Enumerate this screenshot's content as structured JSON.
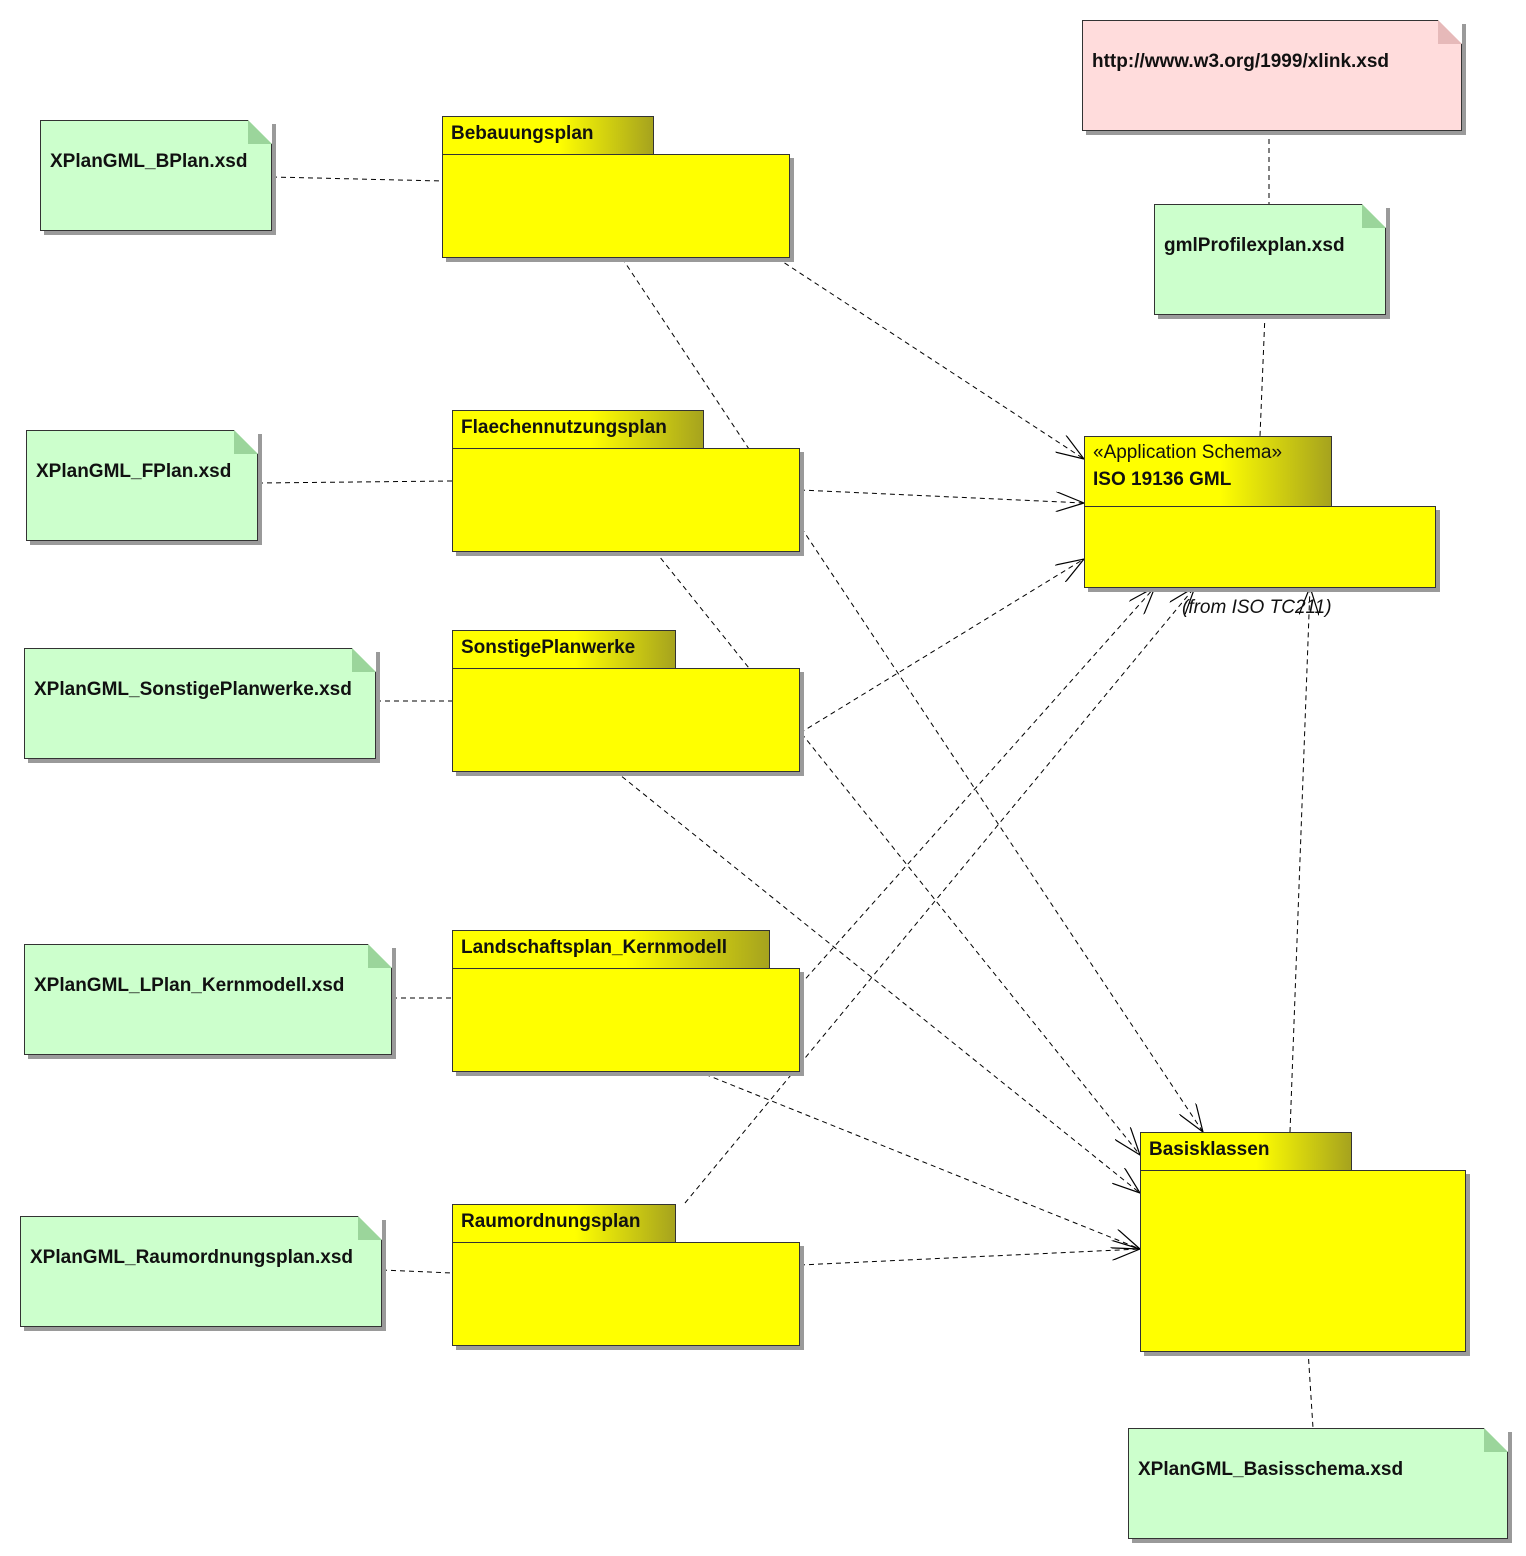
{
  "notes": {
    "bplan": "XPlanGML_BPlan.xsd",
    "fplan": "XPlanGML_FPlan.xsd",
    "sonstige": "XPlanGML_SonstigePlanwerke.xsd",
    "lplan": "XPlanGML_LPlan_Kernmodell.xsd",
    "raumordnung": "XPlanGML_Raumordnungsplan.xsd",
    "xlink": "http://www.w3.org/1999/xlink.xsd",
    "gmlprofile": "gmlProfilexplan.xsd",
    "basisschema": "XPlanGML_Basisschema.xsd"
  },
  "packages": {
    "bebauungsplan": "Bebauungsplan",
    "flaechennutzungsplan": "Flaechennutzungsplan",
    "sonstigeplanwerke": "SonstigePlanwerke",
    "landschaftsplan": "Landschaftsplan_Kernmodell",
    "raumordnungsplan": "Raumordnungsplan",
    "iso_stereotype": "«Application Schema»",
    "iso": "ISO 19136 GML",
    "iso_from": "(from ISO TC211)",
    "basisklassen": "Basisklassen"
  },
  "colors": {
    "package_fill": "#ffff00",
    "note_green": "#ccffcc",
    "note_pink": "#ffdcdc"
  }
}
